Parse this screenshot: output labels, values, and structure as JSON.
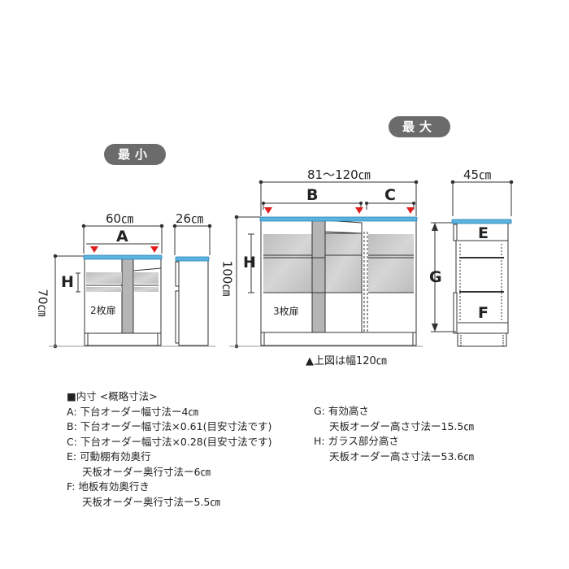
{
  "badges": {
    "min": "最小",
    "max": "最大"
  },
  "min_cabinet": {
    "width_label": "60㎝",
    "depth_label": "26㎝",
    "height_label": "70㎝",
    "inner_width_letter": "A",
    "glass_height_letter": "H",
    "door_label": "2枚扉"
  },
  "max_cabinet": {
    "width_label": "81～120㎝",
    "depth_label": "45㎝",
    "height_label": "100㎝",
    "b_letter": "B",
    "c_letter": "C",
    "glass_height_letter": "H",
    "door_label": "3枚扉",
    "e_letter": "E",
    "f_letter": "F",
    "g_letter": "G",
    "caption": "▲上図は幅120㎝"
  },
  "colors": {
    "top_board": "#5ab4e0",
    "arrow": "#e02020",
    "glass": "#c8c8c8",
    "badge": "#6b6b6b"
  },
  "notes": {
    "heading": "■内寸 <概略寸法>",
    "left": [
      {
        "key": "A:",
        "lines": [
          "下台オーダー幅寸法ー4㎝"
        ]
      },
      {
        "key": "B:",
        "lines": [
          "下台オーダー幅寸法×0.61(目安寸法です)"
        ]
      },
      {
        "key": "C:",
        "lines": [
          "下台オーダー幅寸法×0.28(目安寸法です)"
        ]
      },
      {
        "key": "E:",
        "lines": [
          "可動棚有効奥行",
          "天板オーダー奥行寸法ー6㎝"
        ]
      },
      {
        "key": "F:",
        "lines": [
          "地板有効奥行き",
          "天板オーダー奥行寸法ー5.5㎝"
        ]
      }
    ],
    "right": [
      {
        "key": "G:",
        "lines": [
          "有効高さ",
          "天板オーダー高さ寸法ー15.5㎝"
        ]
      },
      {
        "key": "H:",
        "lines": [
          "ガラス部分高さ",
          "天板オーダー高さ寸法ー53.6㎝"
        ]
      }
    ]
  }
}
